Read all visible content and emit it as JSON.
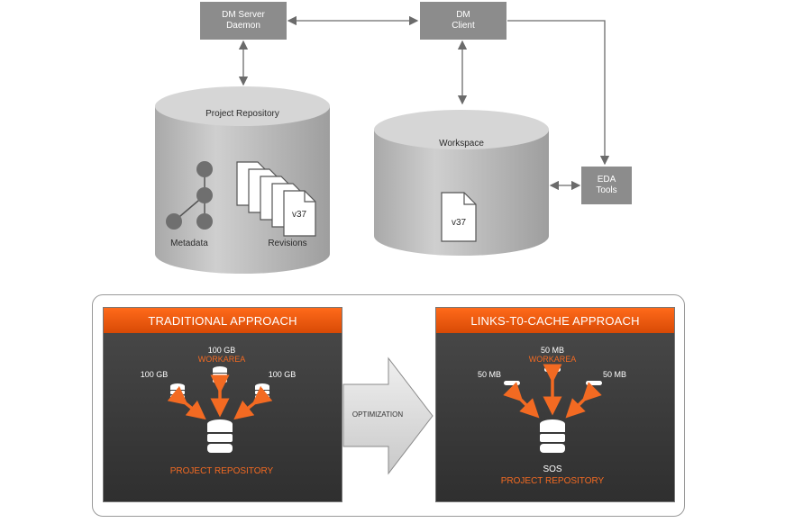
{
  "top": {
    "dm_server": "DM Server\nDaemon",
    "dm_client": "DM\nClient",
    "eda_tools": "EDA\nTools",
    "project_repository": "Project Repository",
    "workspace": "Workspace",
    "metadata": "Metadata",
    "revisions": "Revisions",
    "revision_version": "v37",
    "workspace_version": "v37"
  },
  "traditional": {
    "title": "TRADITIONAL APPROACH",
    "center_size": "100 GB",
    "center_label": "WORKAREA",
    "left_size": "100 GB",
    "right_size": "100 GB",
    "repo_label": "PROJECT REPOSITORY"
  },
  "arrow_label": "OPTIMIZATION",
  "links": {
    "title": "LINKS-T0-CACHE APPROACH",
    "center_size": "50 MB",
    "center_label": "WORKAREA",
    "left_size": "50 MB",
    "right_size": "50 MB",
    "repo_top": "SOS",
    "repo_label": "PROJECT REPOSITORY"
  },
  "colors": {
    "accent_orange": "#f36a22",
    "box_gray": "#8c8c8c",
    "cylinder_gray": "#bdbdbd"
  }
}
